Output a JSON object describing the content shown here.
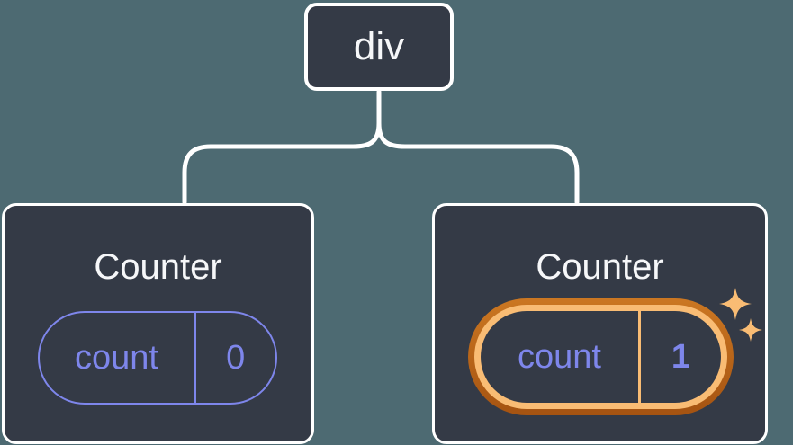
{
  "diagram": {
    "name": "react-component-tree-state-diagram",
    "root": {
      "label": "div"
    },
    "children": [
      {
        "title": "Counter",
        "state_key": "count",
        "state_value": "0",
        "highlighted": false
      },
      {
        "title": "Counter",
        "state_key": "count",
        "state_value": "1",
        "highlighted": true
      }
    ]
  },
  "icons": {
    "sparkles": "sparkles-icon"
  },
  "colors": {
    "background": "#4d6a72",
    "node_fill": "#343a46",
    "node_border": "#ffffff",
    "connector": "#ffffff",
    "text_primary": "#f6f7f9",
    "state_purple": "#7e86eb",
    "highlight_orange_dark": "#a55311",
    "highlight_orange_mid": "#cb7722",
    "highlight_orange_light": "#f9bc74",
    "sparkle": "#f9bc74"
  }
}
